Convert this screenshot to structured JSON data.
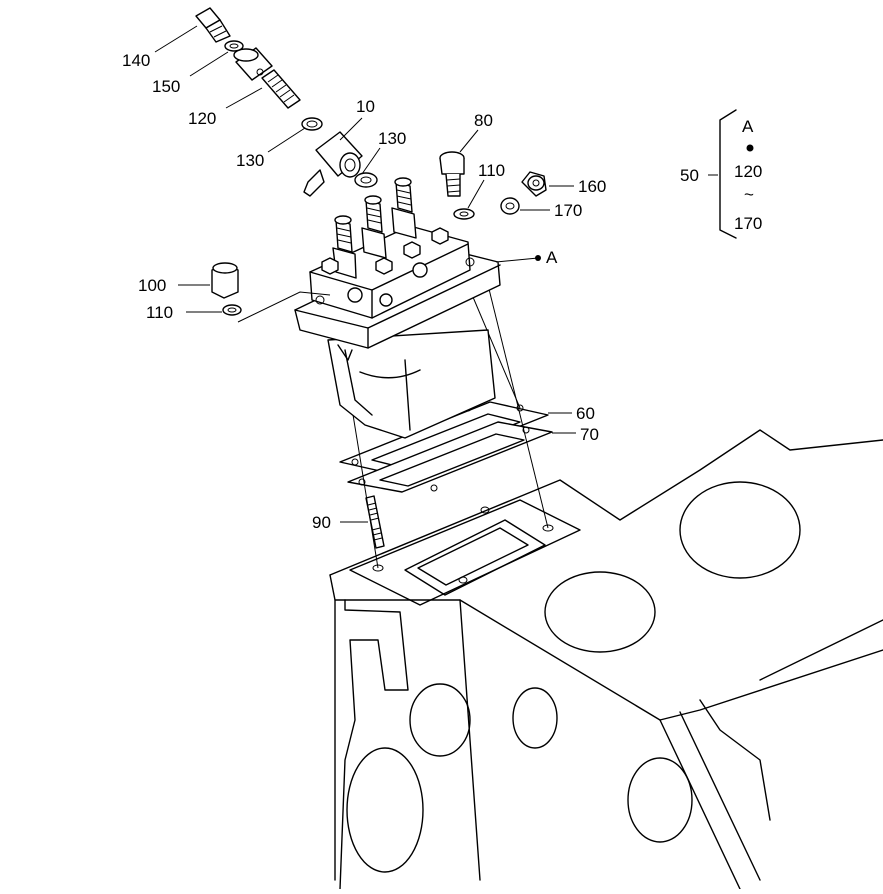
{
  "callouts": {
    "c140": "140",
    "c150": "150",
    "c120": "120",
    "c130a": "130",
    "c130b": "130",
    "c10": "10",
    "c80": "80",
    "c110a": "110",
    "c160": "160",
    "c170": "170",
    "cA": "A",
    "c100": "100",
    "c110b": "110",
    "c60": "60",
    "c70": "70",
    "c90": "90"
  },
  "kit_legend": {
    "ref": "50",
    "top": "A",
    "from": "120",
    "tilde": "~",
    "to": "170"
  }
}
